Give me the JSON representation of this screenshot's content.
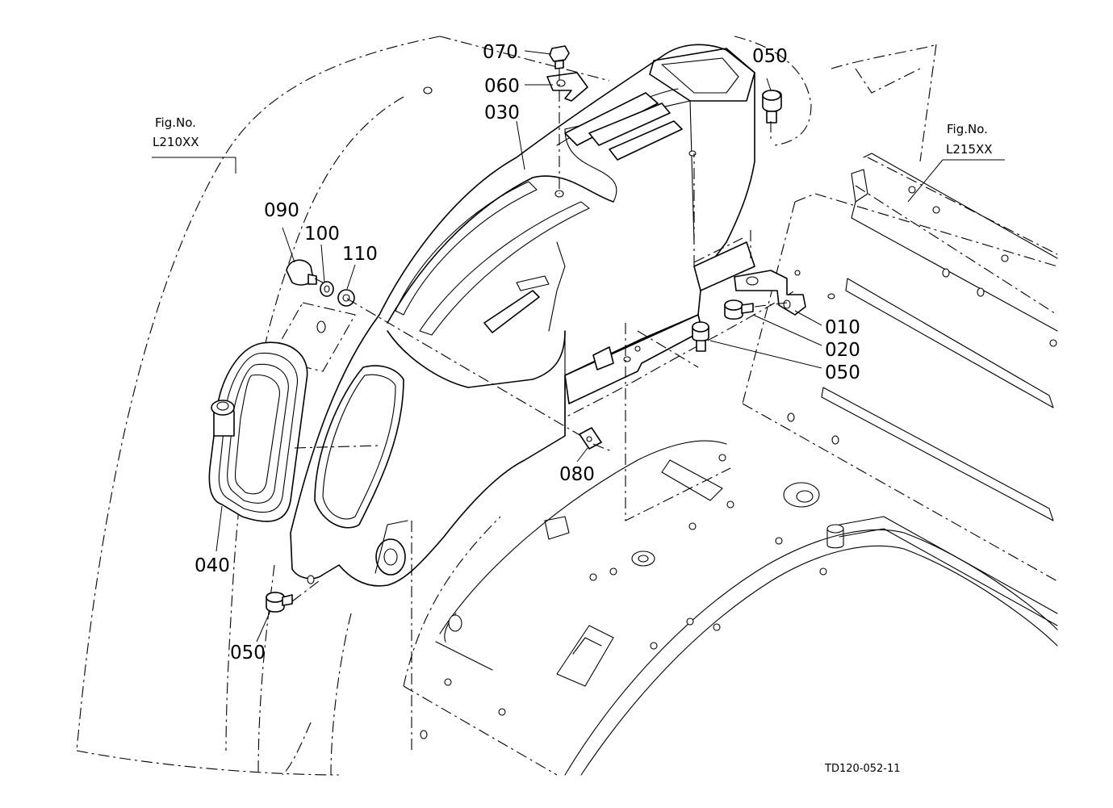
{
  "callouts": {
    "p010": "010",
    "p020": "020",
    "p030": "030",
    "p040": "040",
    "p050_top": "050",
    "p050_mid": "050",
    "p050_bottom": "050",
    "p060": "060",
    "p070": "070",
    "p080": "080",
    "p090": "090",
    "p100": "100",
    "p110": "110"
  },
  "figure_refs": {
    "left": {
      "label": "Fig.No.",
      "number": "L210XX"
    },
    "right": {
      "label": "Fig.No.",
      "number": "L215XX"
    }
  },
  "drawing_code": "TD120-052-11"
}
